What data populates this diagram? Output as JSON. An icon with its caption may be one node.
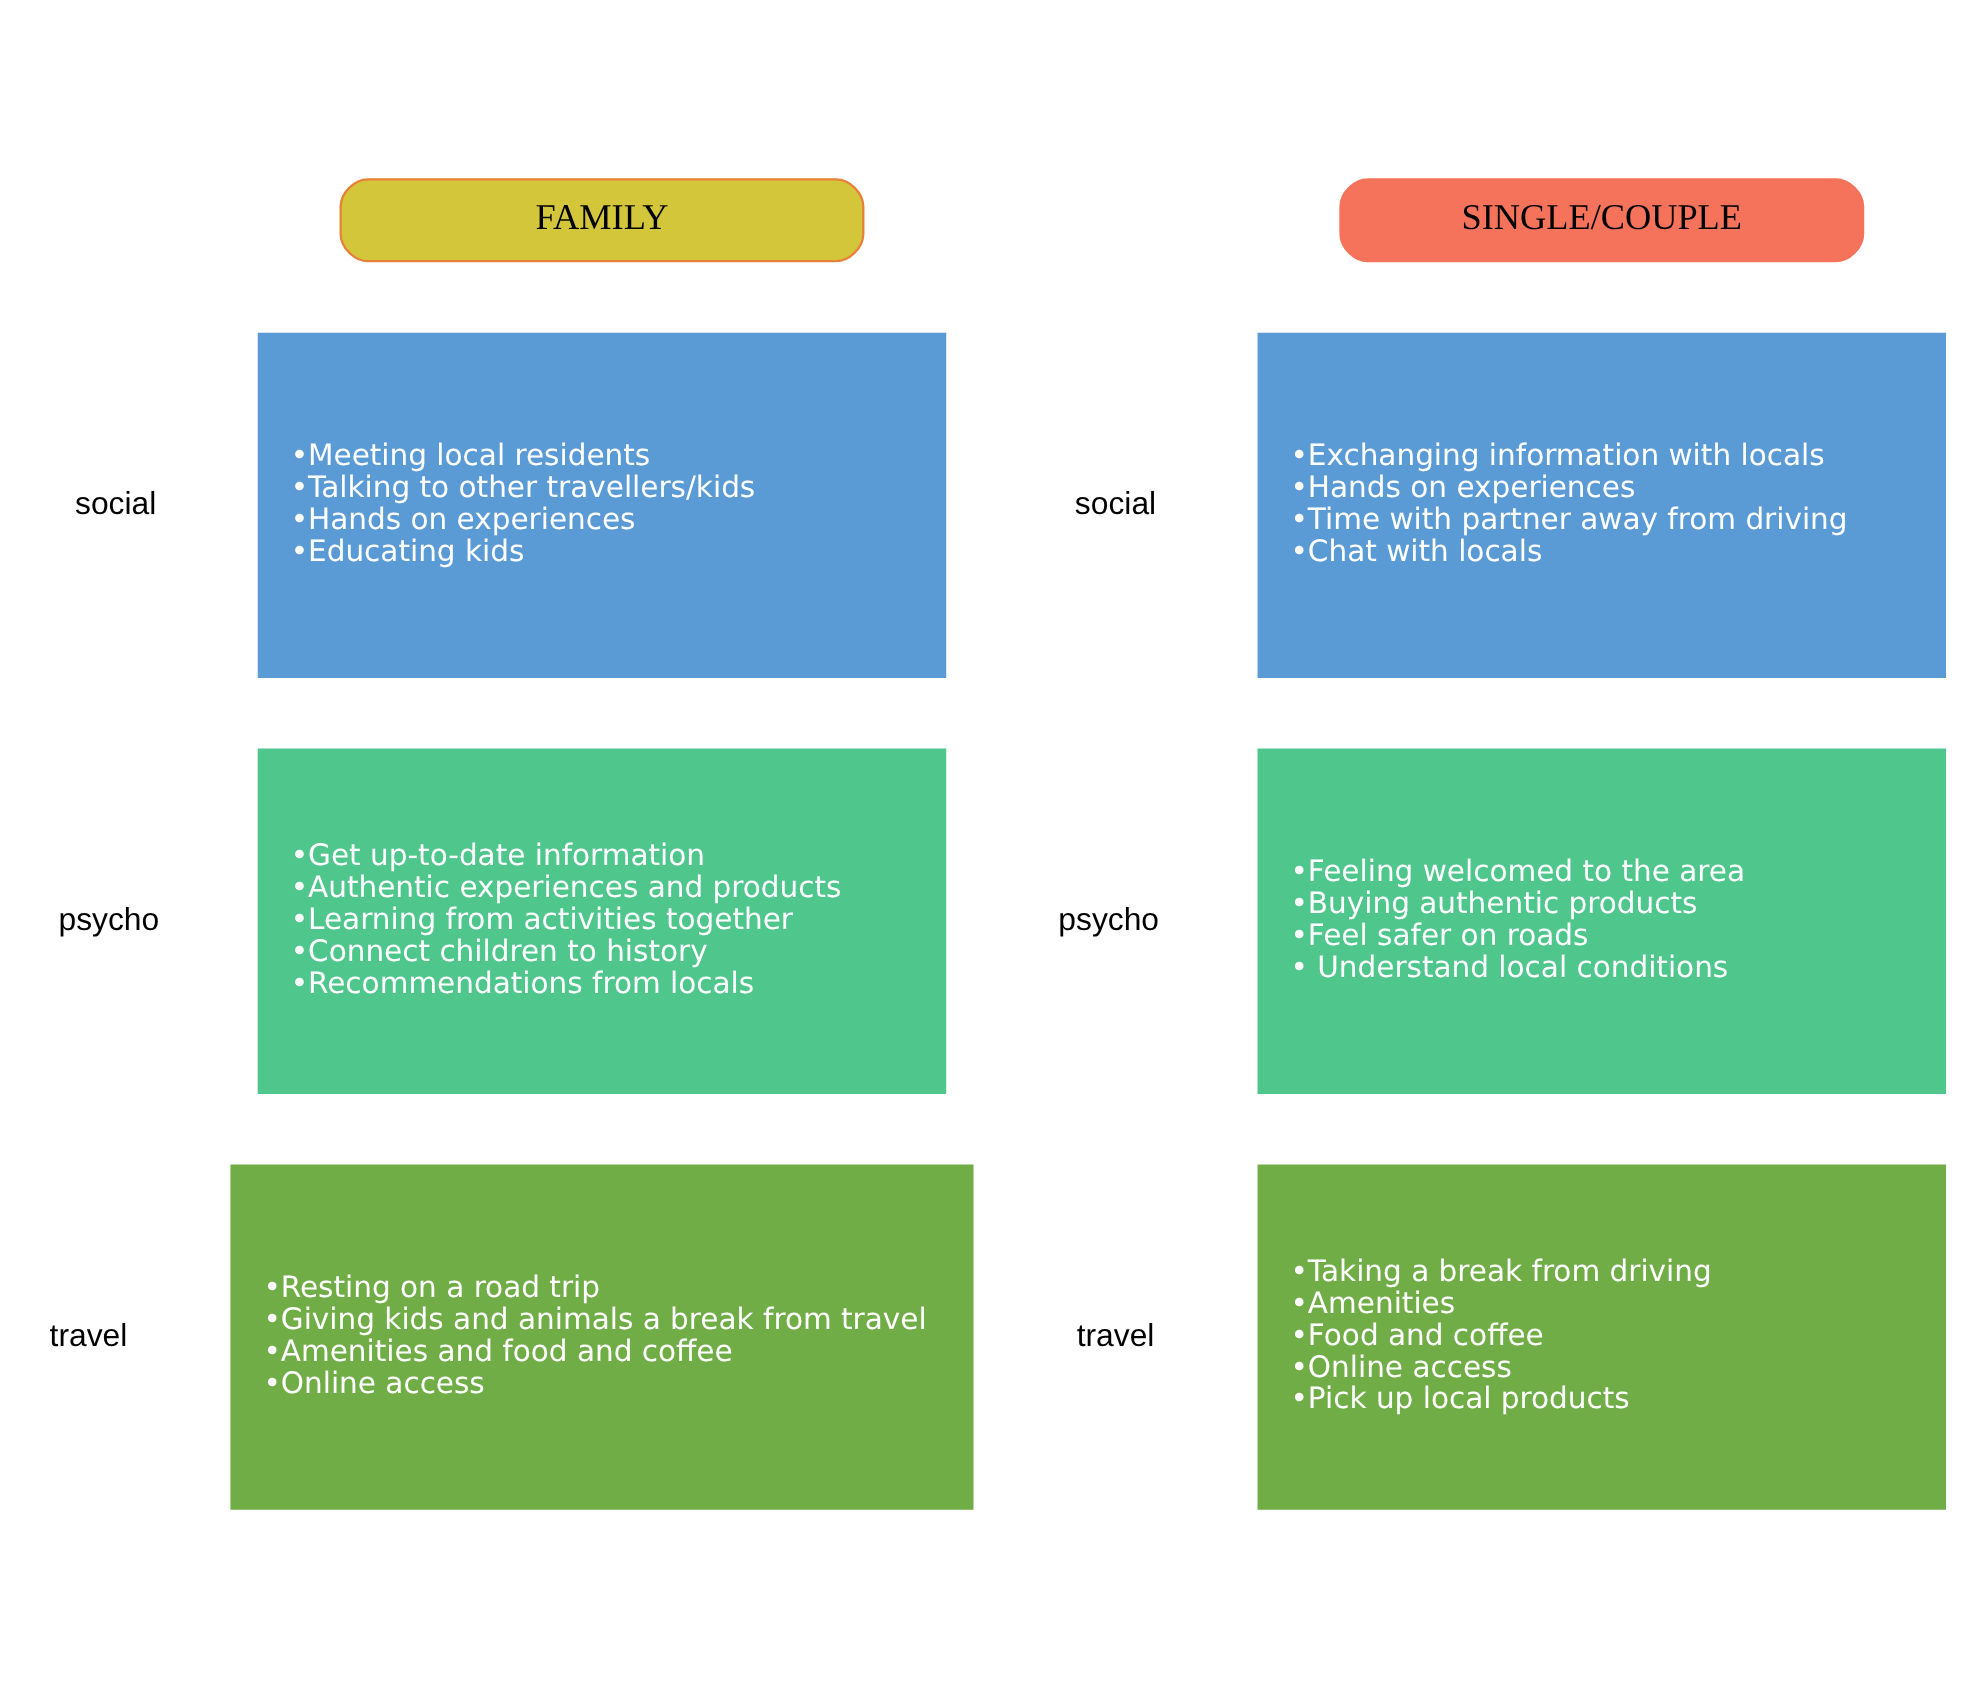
{
  "diagram": {
    "nodes": [
      {
        "text": [
          "FAMILY"
        ]
      },
      {
        "text": [
          "SINGLE/COUPLE"
        ]
      },
      {
        "text": [
          "•Meeting local residents",
          "•Talking to other travellers/kids",
          "•Hands on experiences",
          "•Educating kids"
        ],
        "beside": [
          "social"
        ]
      },
      {
        "text": [
          "•Get up-to-date information",
          "•Authentic experiences and products",
          "•Learning from activities together",
          "•Connect children to history",
          "•Recommendations from locals"
        ],
        "beside": [
          "psycho"
        ]
      },
      {
        "text": [
          "•Resting on a road trip",
          "•Giving kids and animals a break from travel",
          "•Amenities and food and coffee",
          "•Online access"
        ],
        "beside": [
          "travel"
        ]
      },
      {
        "text": [
          "•Exchanging information with locals",
          "•Hands on experiences",
          "•Time with partner away from driving",
          "•Chat with locals"
        ],
        "beside": [
          "social"
        ]
      },
      {
        "text": [
          "•Feeling welcomed to the area",
          "•Buying authentic products",
          "•Feel safer on roads",
          "• Understand local conditions"
        ],
        "beside": [
          "psycho"
        ]
      },
      {
        "text": [
          "•Taking a break from driving",
          "•Amenities",
          "•Food and coffee",
          "•Online access",
          "•Pick up local products"
        ],
        "beside": [
          "travel"
        ]
      }
    ],
    "edges": []
  }
}
